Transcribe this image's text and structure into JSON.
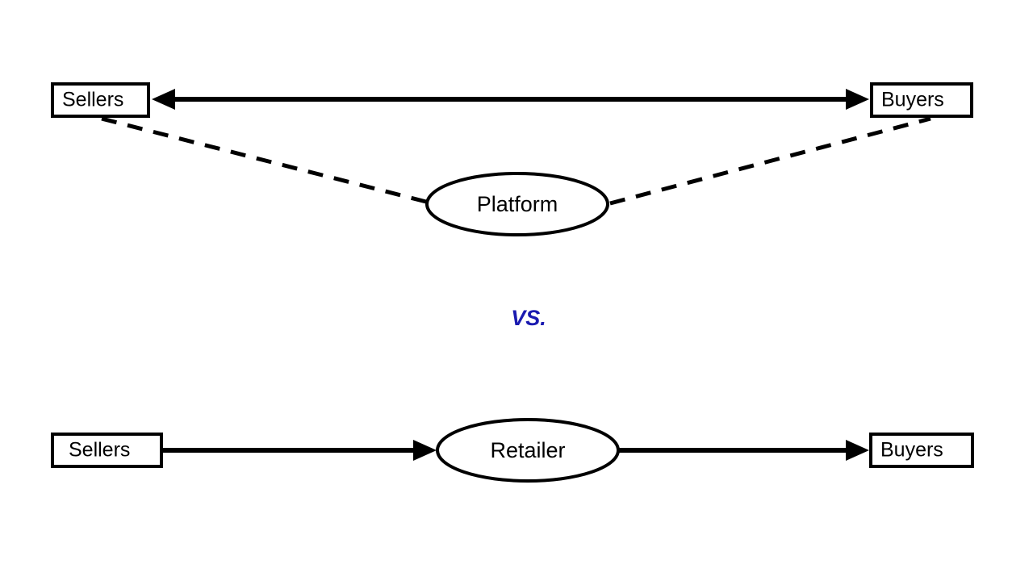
{
  "diagram": {
    "title_visible": false,
    "comparison_label": "VS.",
    "comparison_label_color": "#1a1ab0",
    "stroke_color": "#000000",
    "background_color": "#ffffff",
    "top_model": {
      "name_visible": false,
      "left_node": {
        "label": "Sellers",
        "shape": "rectangle"
      },
      "right_node": {
        "label": "Buyers",
        "shape": "rectangle"
      },
      "center_node": {
        "label": "Platform",
        "shape": "ellipse"
      },
      "edges": [
        {
          "from": "Sellers",
          "to": "Buyers",
          "style": "solid",
          "arrows": "both"
        },
        {
          "from": "Sellers",
          "to": "Platform",
          "style": "dashed",
          "arrows": "none"
        },
        {
          "from": "Platform",
          "to": "Buyers",
          "style": "dashed",
          "arrows": "none"
        }
      ]
    },
    "bottom_model": {
      "name_visible": false,
      "left_node": {
        "label": "Sellers",
        "shape": "rectangle"
      },
      "right_node": {
        "label": "Buyers",
        "shape": "rectangle"
      },
      "center_node": {
        "label": "Retailer",
        "shape": "ellipse"
      },
      "edges": [
        {
          "from": "Sellers",
          "to": "Retailer",
          "style": "solid",
          "arrows": "forward"
        },
        {
          "from": "Retailer",
          "to": "Buyers",
          "style": "solid",
          "arrows": "forward"
        }
      ]
    }
  }
}
